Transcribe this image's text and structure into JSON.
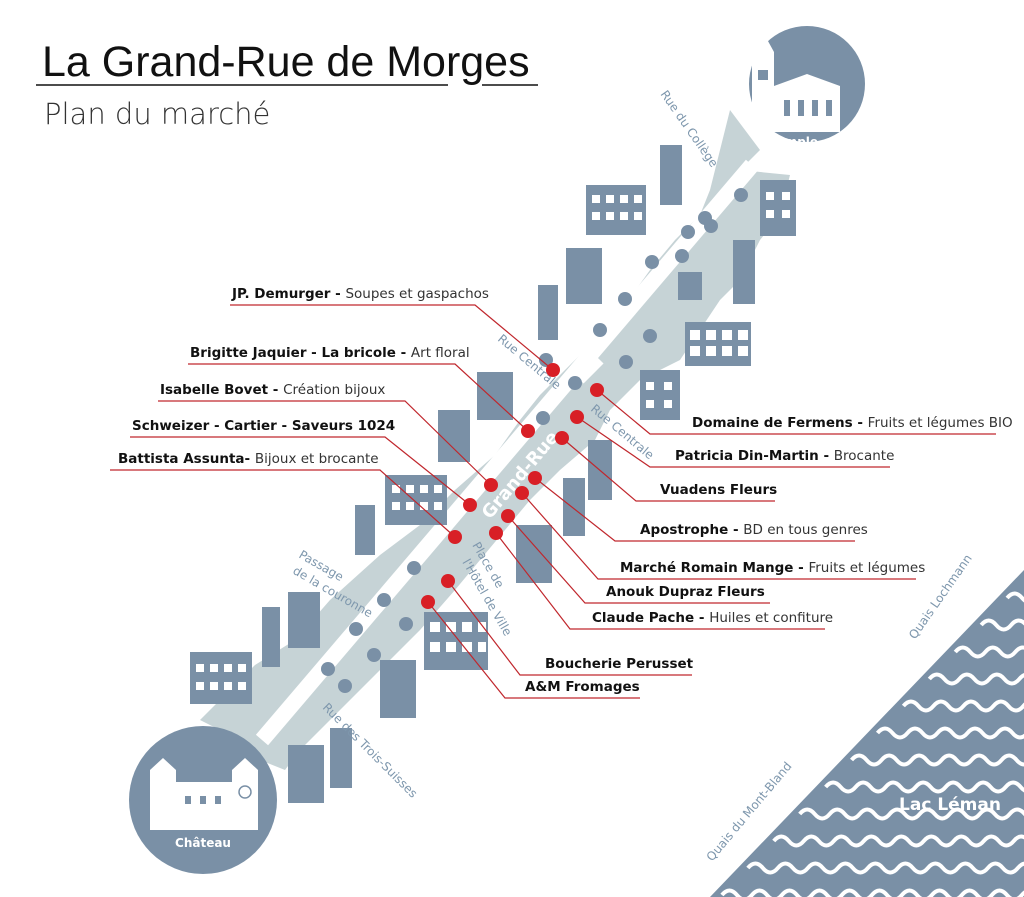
{
  "header": {
    "title": "La Grand-Rue de Morges",
    "subtitle": "Plan du marché"
  },
  "landmarks": {
    "temple": "Temple",
    "chateau": "Château",
    "lake": "Lac Léman"
  },
  "streets": {
    "grand_rue": "Grand-Rue",
    "rue_college": "Rue du Collège",
    "rue_centrale_left": "Rue Centrale",
    "rue_centrale_right": "Rue Centrale",
    "passage_1": "Passage",
    "passage_2": "de la couronne",
    "place_1": "Place de",
    "place_2": "l'Hôtel de Ville",
    "rue_trois_suisses": "Rue des Trois-Suisses",
    "quais_mont_bland": "Quais du Mont-Bland",
    "quais_lochmann": "Quais Lochmann"
  },
  "stalls_left": [
    {
      "name": "JP. Demurger",
      "sep": " - ",
      "desc": "Soupes et gaspachos"
    },
    {
      "name": "Brigitte Jaquier - La bricole",
      "sep": " - ",
      "desc": "Art floral"
    },
    {
      "name": "Isabelle Bovet",
      "sep": " - ",
      "desc": "Création bijoux"
    },
    {
      "name": "Schweizer - Cartier - Saveurs 1024",
      "sep": "",
      "desc": ""
    },
    {
      "name": "Battista Assunta",
      "sep": "- ",
      "desc": "Bijoux et brocante"
    }
  ],
  "stalls_right": [
    {
      "name": "Domaine de Fermens",
      "sep": " - ",
      "desc": "Fruits et légumes BIO"
    },
    {
      "name": "Patricia Din-Martin",
      "sep": " - ",
      "desc": "Brocante"
    },
    {
      "name": "Vuadens Fleurs",
      "sep": "",
      "desc": ""
    },
    {
      "name": "Apostrophe",
      "sep": " - ",
      "desc": "BD en tous genres"
    },
    {
      "name": "Marché Romain Mange",
      "sep": " - ",
      "desc": "Fruits et légumes"
    },
    {
      "name": "Anouk Dupraz Fleurs",
      "sep": "",
      "desc": ""
    },
    {
      "name": "Claude Pache",
      "sep": " - ",
      "desc": "Huiles et confiture"
    },
    {
      "name": "Boucherie Perusset",
      "sep": "",
      "desc": ""
    },
    {
      "name": "A&M Fromages",
      "sep": "",
      "desc": ""
    }
  ],
  "colors": {
    "street": "#c6d3d6",
    "building": "#7a90a6",
    "stall_active": "#d81f26",
    "stall_empty": "#7a90a6",
    "leader": "#c0272d",
    "lake": "#7a90a6"
  },
  "icons": {
    "temple": "church-icon",
    "chateau": "castle-icon",
    "lake": "waves-icon"
  }
}
